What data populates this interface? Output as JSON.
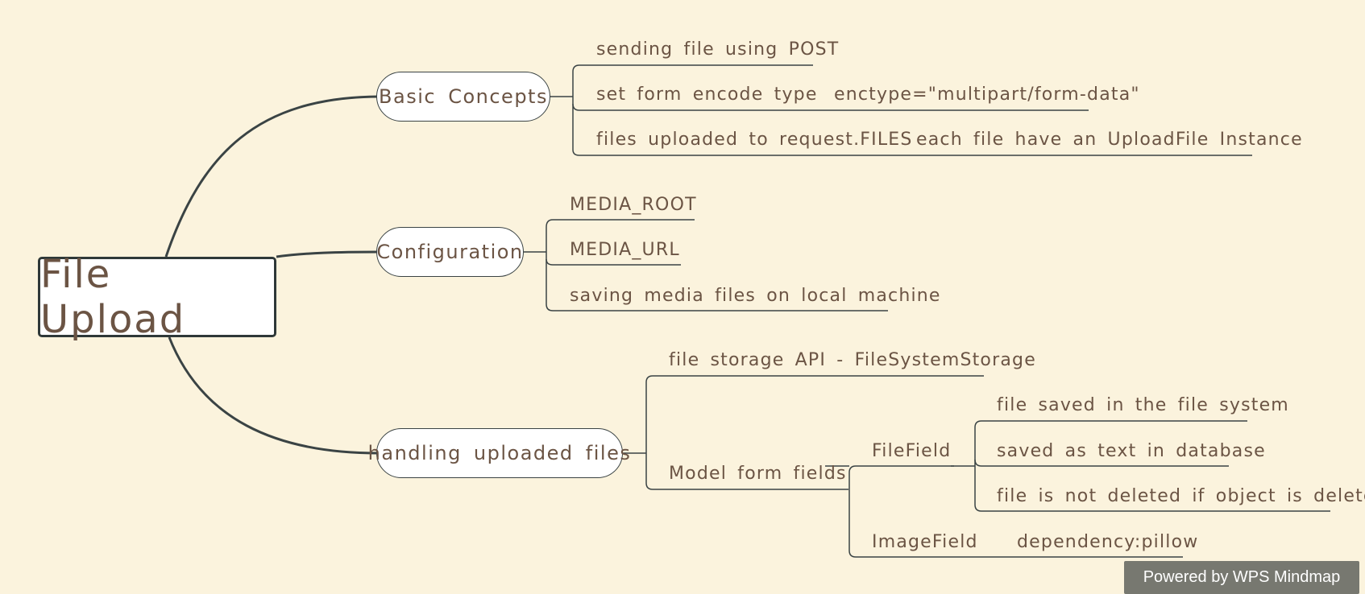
{
  "root": {
    "label": "File Upload"
  },
  "branches": [
    {
      "label": "Basic Concepts",
      "children": [
        {
          "label": "sending file using POST"
        },
        {
          "label": "set form encode type",
          "detail": "enctype=\"multipart/form-data\""
        },
        {
          "label": "files uploaded to request.FILES",
          "detail": "each file have an UploadFile Instance"
        }
      ]
    },
    {
      "label": "Configuration",
      "children": [
        {
          "label": "MEDIA_ROOT"
        },
        {
          "label": "MEDIA_URL"
        },
        {
          "label": "saving media files on local machine"
        }
      ]
    },
    {
      "label": "handling uploaded files",
      "children": [
        {
          "label": "file storage API - FileSystemStorage"
        },
        {
          "label": "Model form fields",
          "children": [
            {
              "label": "FileField",
              "children": [
                {
                  "label": "file saved in the file system"
                },
                {
                  "label": "saved as text in database"
                },
                {
                  "label": "file is not deleted if object is deleted"
                }
              ]
            },
            {
              "label": "ImageField",
              "detail": "dependency:pillow"
            }
          ]
        }
      ]
    }
  ],
  "footer": {
    "badge": "Powered by WPS Mindmap"
  },
  "colors": {
    "background": "#fbf3dd",
    "text": "#6b5444",
    "line": "#3a4344",
    "badge": "#777870"
  }
}
